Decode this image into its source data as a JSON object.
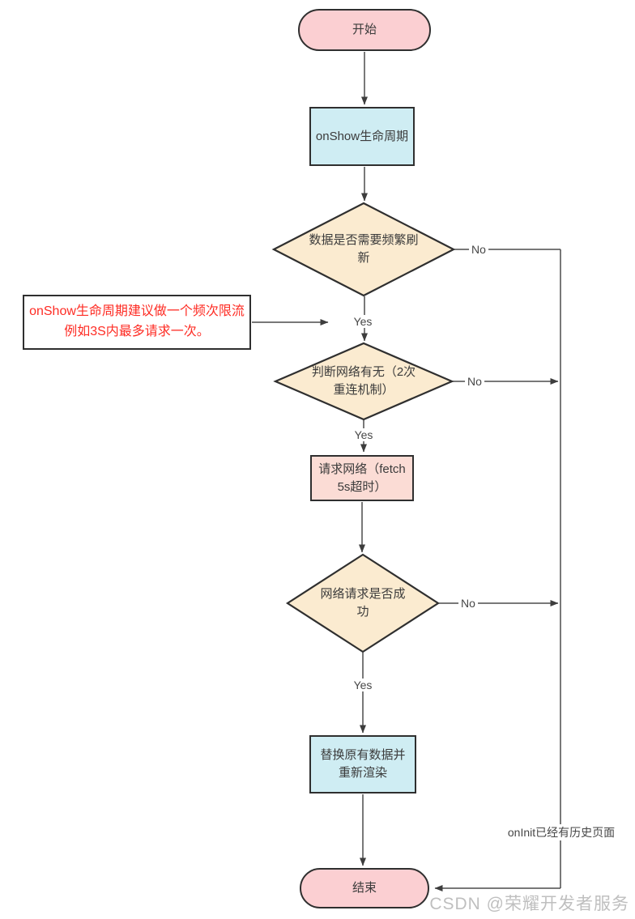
{
  "diagram": {
    "title": "onShow refresh flowchart",
    "nodes": {
      "start": {
        "type": "terminal",
        "label": "开始"
      },
      "onshow": {
        "type": "process",
        "label": "onShow生命周期"
      },
      "refresh_decision": {
        "type": "decision",
        "lines": [
          "数据是否需要频繁刷",
          "新"
        ]
      },
      "note": {
        "type": "annotation",
        "lines": [
          "onShow生命周期建议做一个频次限流",
          "例如3S内最多请求一次。"
        ]
      },
      "network_decision": {
        "type": "decision",
        "lines": [
          "判断网络有无（2次",
          "重连机制）"
        ]
      },
      "fetch": {
        "type": "process",
        "lines": [
          "请求网络（fetch",
          "5s超时）"
        ]
      },
      "success_decision": {
        "type": "decision",
        "lines": [
          "网络请求是否成",
          "功"
        ]
      },
      "replace": {
        "type": "process",
        "lines": [
          "替换原有数据并",
          "重新渲染"
        ]
      },
      "end": {
        "type": "terminal",
        "label": "结束"
      }
    },
    "edge_labels": {
      "refresh_yes": "Yes",
      "refresh_no": "No",
      "network_yes": "Yes",
      "network_no": "No",
      "success_yes": "Yes",
      "success_no": "No",
      "rail_note": "onInit已经有历史页面"
    },
    "colors": {
      "terminal_fill": "#fbcfd2",
      "process_fill": "#cfedf3",
      "decision_fill": "#fbebd0",
      "request_fill": "#fbdcd5",
      "annotation_text": "#fe2c24",
      "shape_border": "#2f2f2f",
      "connector": "#4c4c4c"
    }
  },
  "watermark": "CSDN @荣耀开发者服务"
}
